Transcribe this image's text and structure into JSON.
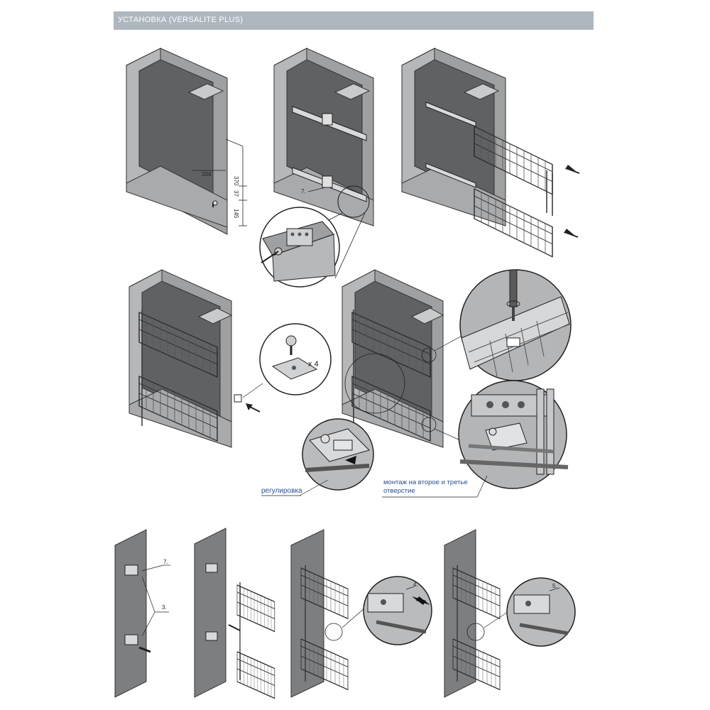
{
  "header": {
    "title": "УСТАНОВКА (VERSALITE PLUS)"
  },
  "dimensions": {
    "d204": "204",
    "d370": "370",
    "d37": "37",
    "d145": "145"
  },
  "steps": {
    "s7a": "7.",
    "s7b": "7.",
    "s3": "3.",
    "s4": "4.",
    "s5": "5."
  },
  "screws": {
    "count": "x 4"
  },
  "labels": {
    "adjust": "регулировка",
    "mount_line1": "монтаж на вторoе и третье",
    "mount_line2": "отверстие"
  },
  "colors": {
    "cabinet_dark": "#5f6163",
    "cabinet_side": "#8d8f91",
    "cabinet_light": "#b9bbbd",
    "accent_blue": "#2a4f8a"
  }
}
